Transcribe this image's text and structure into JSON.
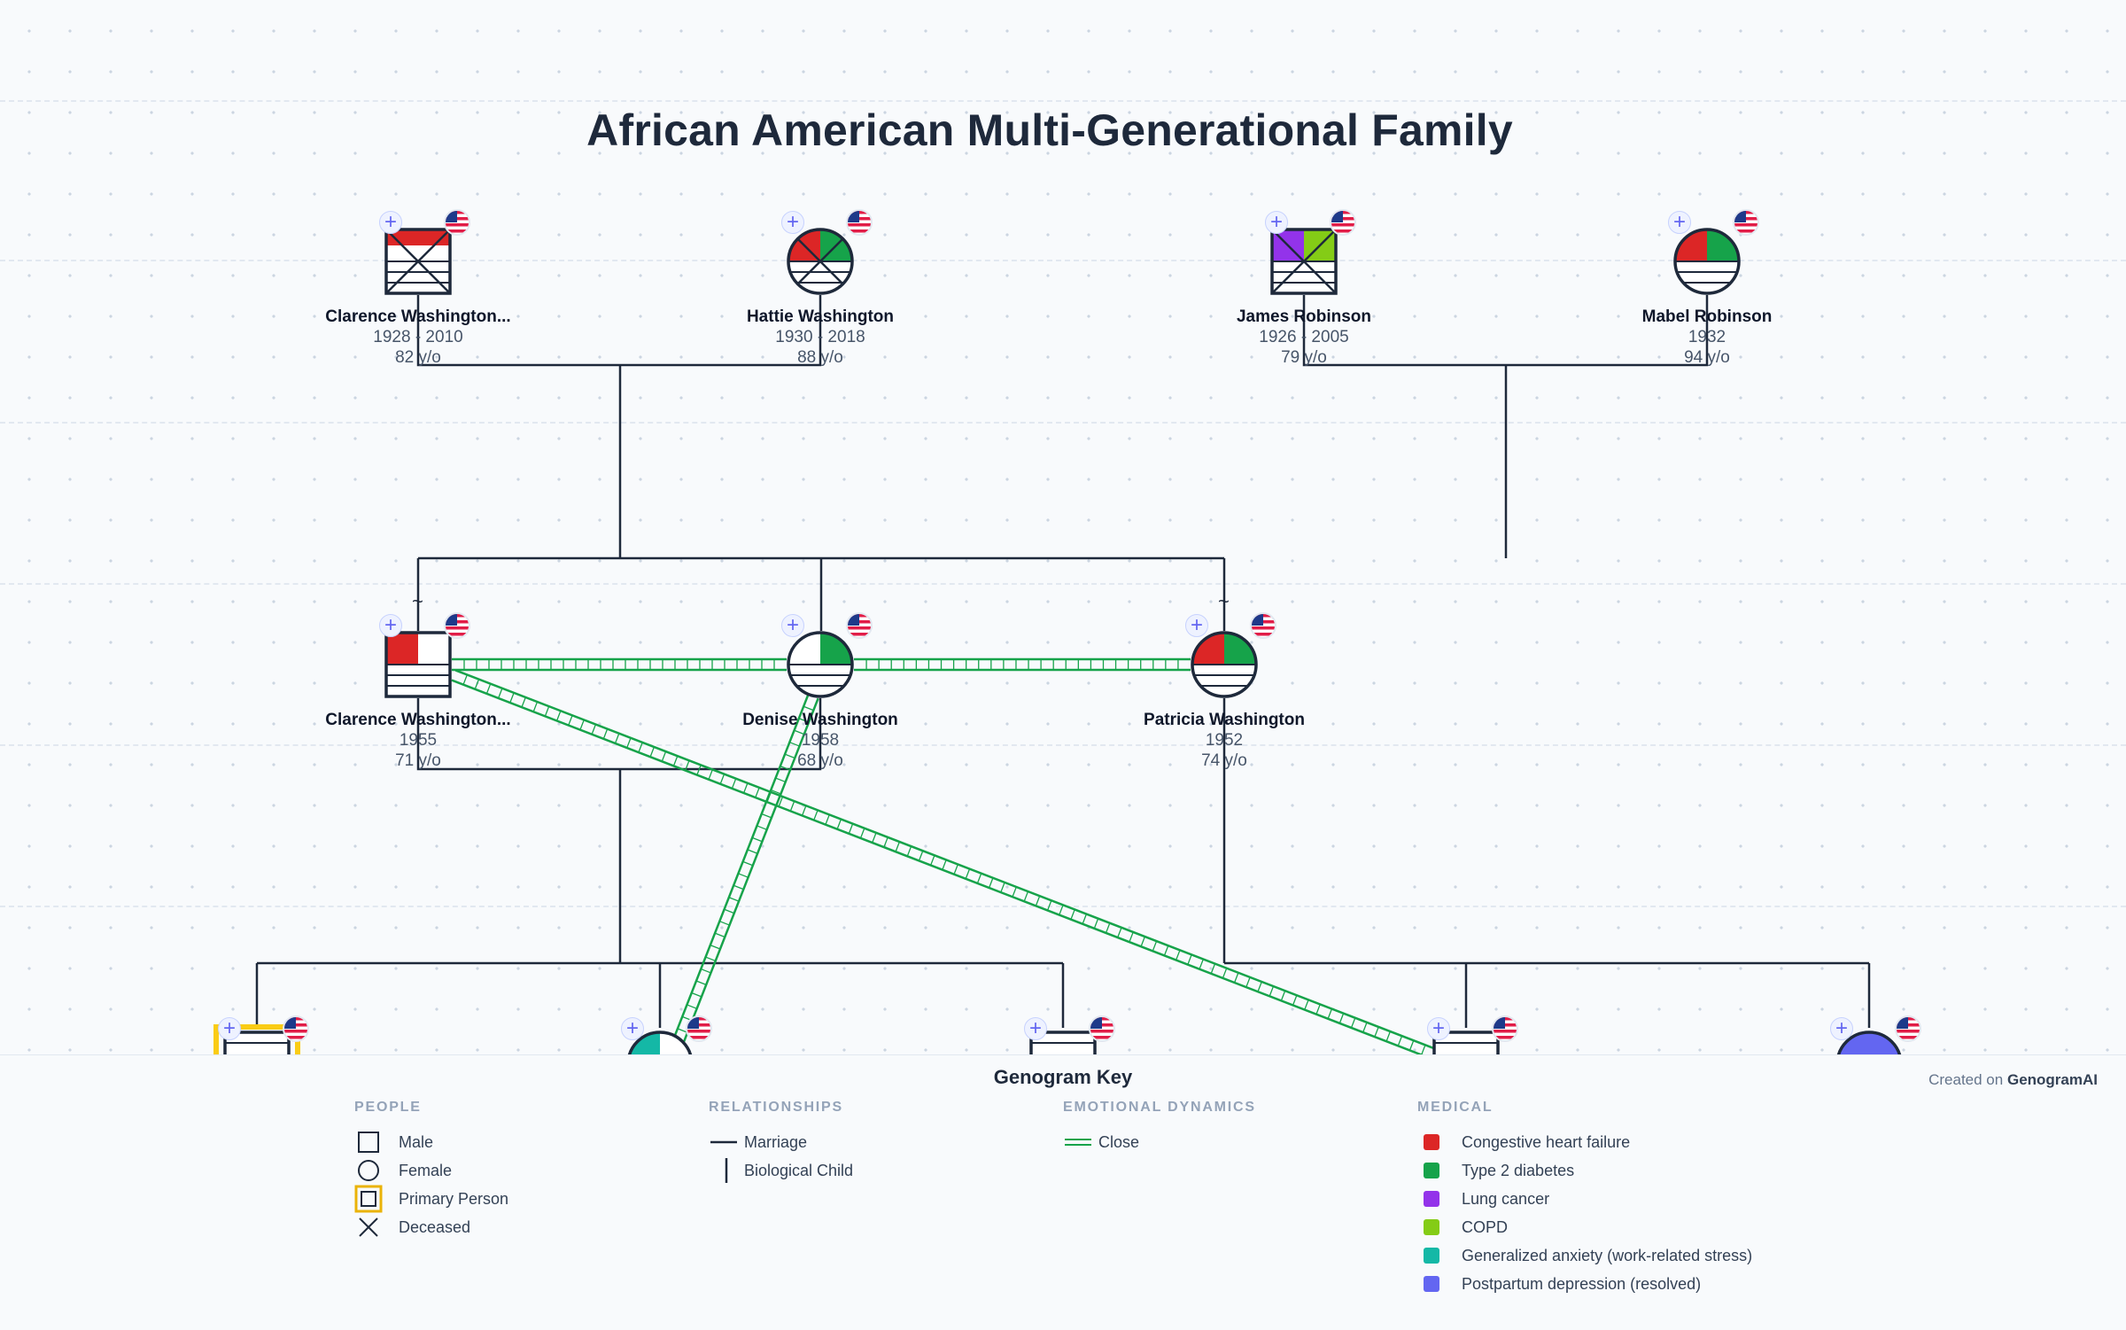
{
  "title": "African American Multi-Generational Family",
  "people": [
    {
      "id": "p1",
      "name": "Clarence Washington...",
      "years": "1928 - 2010",
      "age": "82 y/o"
    },
    {
      "id": "p2",
      "name": "Hattie Washington",
      "years": "1930 - 2018",
      "age": "88 y/o"
    },
    {
      "id": "p3",
      "name": "James Robinson",
      "years": "1926 - 2005",
      "age": "79 y/o"
    },
    {
      "id": "p4",
      "name": "Mabel Robinson",
      "years": "1932",
      "age": "94 y/o"
    },
    {
      "id": "p5",
      "name": "Clarence Washington...",
      "years": "1955",
      "age": "71 y/o"
    },
    {
      "id": "p6",
      "name": "Denise Washington",
      "years": "1958",
      "age": "68 y/o"
    },
    {
      "id": "p7",
      "name": "Patricia Washington",
      "years": "1952",
      "age": "74 y/o"
    }
  ],
  "key": {
    "title": "Genogram Key",
    "credit_prefix": "Created on",
    "credit_brand": "GenogramAI",
    "people": {
      "heading": "PEOPLE",
      "items": [
        "Male",
        "Female",
        "Primary Person",
        "Deceased"
      ]
    },
    "relationships": {
      "heading": "RELATIONSHIPS",
      "items": [
        "Marriage",
        "Biological Child"
      ]
    },
    "emotional": {
      "heading": "EMOTIONAL DYNAMICS",
      "items": [
        "Close"
      ]
    },
    "medical": {
      "heading": "MEDICAL",
      "items": [
        {
          "label": "Congestive heart failure",
          "color": "#dc2626"
        },
        {
          "label": "Type 2 diabetes",
          "color": "#16a34a"
        },
        {
          "label": "Lung cancer",
          "color": "#9333ea"
        },
        {
          "label": "COPD",
          "color": "#84cc16"
        },
        {
          "label": "Generalized anxiety (work-related stress)",
          "color": "#14b8a6"
        },
        {
          "label": "Postpartum depression (resolved)",
          "color": "#6366f1"
        }
      ]
    }
  },
  "colors": {
    "line": "#1e293b",
    "close": "#16a34a",
    "primary": "#facc15"
  }
}
